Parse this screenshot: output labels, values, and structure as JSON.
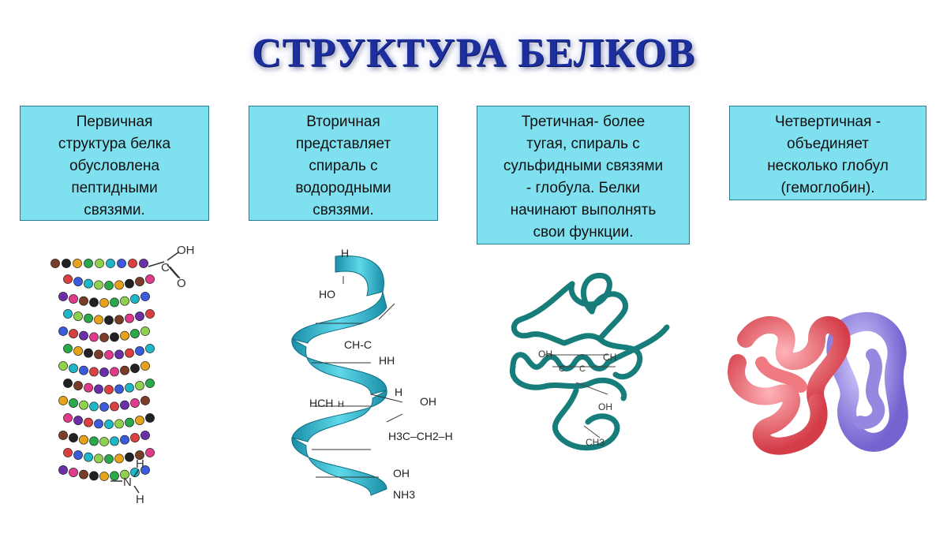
{
  "title": "СТРУКТУРА БЕЛКОВ",
  "boxes": [
    {
      "text": "Первичная\nструктура белка\nобусловлена\nпептидными\nсвязями."
    },
    {
      "text": "Вторичная\nпредставляет\nспираль с\nводородными\nсвязями."
    },
    {
      "text": "Третичная- более\nтугая, спираль с\nсульфидными связями\n- глобула. Белки\nначинают выполнять\nсвои функции."
    },
    {
      "text": "Четвертичная -\nобъединяет\nнесколько глобул\n(гемоглобин)."
    }
  ],
  "primary": {
    "oh": "OH",
    "c": "C",
    "o": "O",
    "h1": "H",
    "n": "N",
    "h2": "H"
  },
  "secondary": {
    "h_top": "H",
    "ho": "HO",
    "chc": "CH-C",
    "hh": "HH",
    "h_mid": "H",
    "oh_right": "OH",
    "hch": "HCH",
    "h_small": "H",
    "chain": "H3C–CH2–H",
    "oh_bottom": "OH",
    "nh3": "NH3"
  },
  "tertiary": {
    "oh": "OH",
    "ch": "CH",
    "c1": "C",
    "c2": "C",
    "oh2": "OH",
    "ch3": "CH3"
  },
  "colors": {
    "title": "#1c2f9c",
    "box": "#7fe0f0",
    "helix": "#2fb8cf",
    "tertiary": "#167d7a",
    "red_globule": "#e0505a",
    "blue_globule": "#8878d8"
  }
}
